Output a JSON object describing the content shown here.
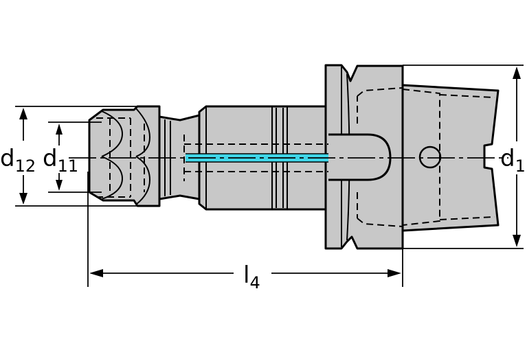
{
  "labels": {
    "d12": {
      "main": "d",
      "sub": "12"
    },
    "d11": {
      "main": "d",
      "sub": "11"
    },
    "d1": {
      "main": "d",
      "sub": "1"
    },
    "l4": {
      "main": "l",
      "sub": "4"
    }
  },
  "colors": {
    "body_fill": "#c8c8c8",
    "outline": "#000000",
    "coolant": "#3fd6e8",
    "background": "#ffffff"
  }
}
